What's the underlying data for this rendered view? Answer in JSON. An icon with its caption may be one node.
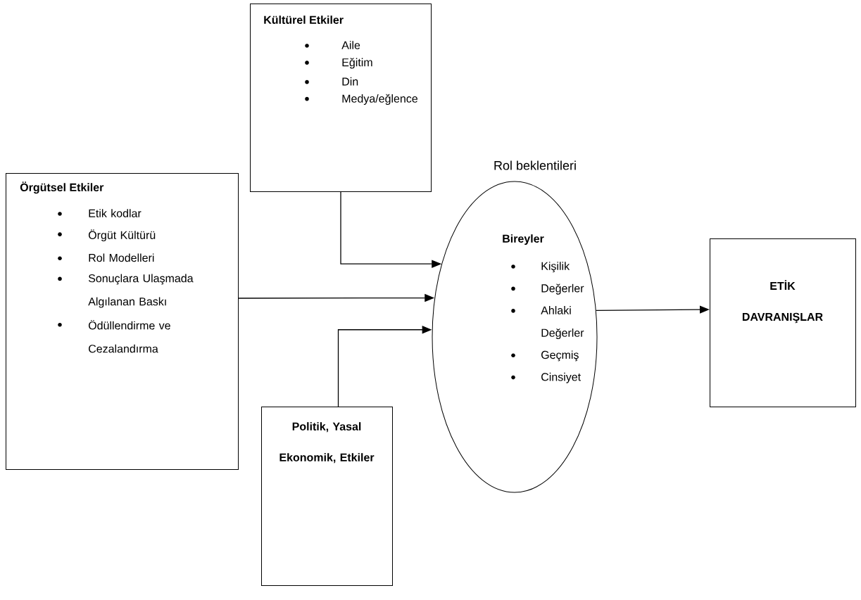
{
  "diagram": {
    "nodes": [
      {
        "text": [
          "Kültürel Etkiler",
          "Aile",
          "Eğitim",
          "Din",
          "Medya/eğlence"
        ]
      },
      {
        "text": [
          "Örgütsel Etkiler",
          "Etik kodlar",
          "Örgüt Kültürü",
          "Rol Modelleri",
          "Sonuçlara Ulaşmada Algılanan Baskı",
          "Ödüllendirme ve Cezalandırma"
        ]
      },
      {
        "text": [
          "Politik, Yasal Ekonomik, Etkiler"
        ]
      },
      {
        "text": [
          "Bireyler",
          "Kişilik",
          "Değerler",
          "Ahlaki Değerler",
          "Geçmiş",
          "Cinsiyet"
        ],
        "beside": [
          "Rol beklentileri"
        ]
      },
      {
        "text": [
          "ETİK DAVRANIŞLAR"
        ]
      }
    ],
    "edges": [
      {
        "from": 0,
        "to": 3,
        "arrow": "to"
      },
      {
        "from": 1,
        "to": 3,
        "arrow": "to"
      },
      {
        "from": 2,
        "to": 3,
        "arrow": "to"
      },
      {
        "from": 3,
        "to": 4,
        "arrow": "to"
      }
    ]
  }
}
